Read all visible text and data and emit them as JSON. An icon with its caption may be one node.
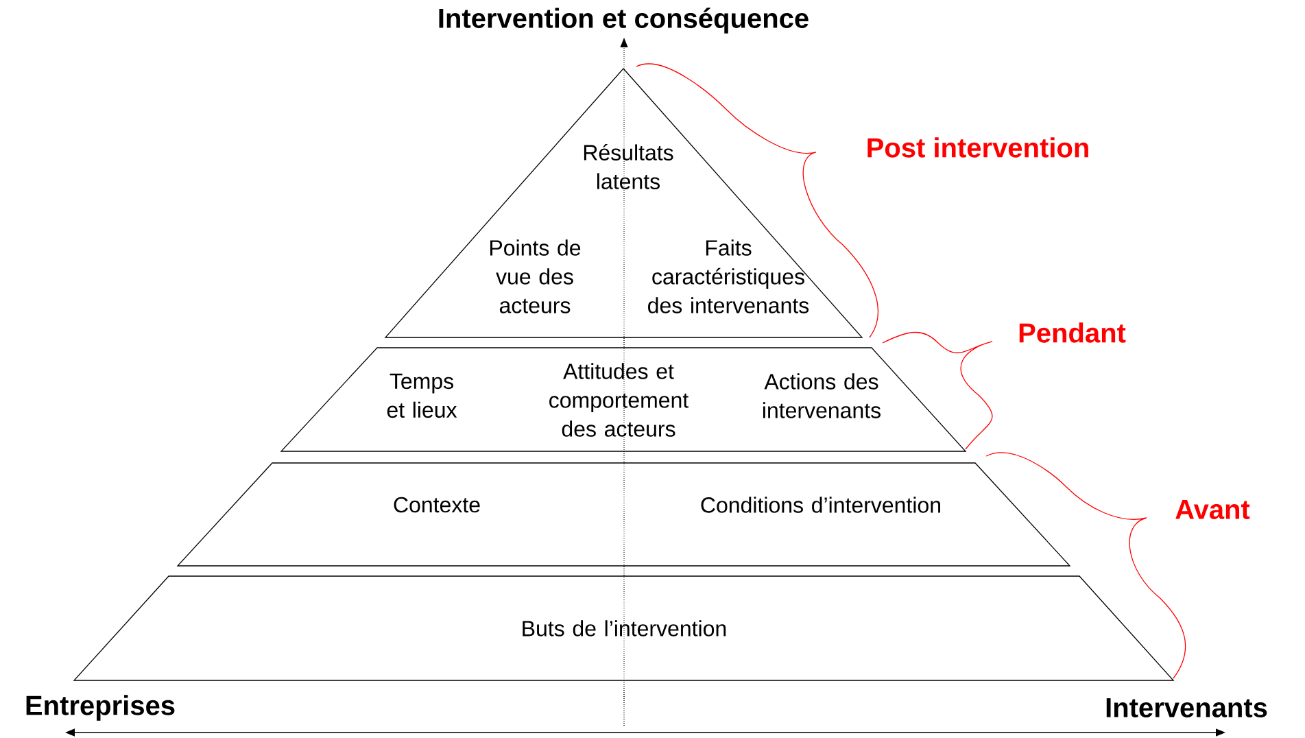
{
  "diagram": {
    "title": "Intervention et conséquence",
    "nodes": [
      {
        "text": [
          "Résultats latents",
          "Points de vue des acteurs",
          "Faits caractéristiques des intervenants"
        ]
      },
      {
        "text": [
          "Temps et lieux",
          "Attitudes et comportement des acteurs",
          "Actions des intervenants"
        ]
      },
      {
        "text": [
          "Contexte",
          "Conditions d’intervention"
        ]
      },
      {
        "text": [
          "Buts de l’intervention"
        ]
      }
    ],
    "edges": [],
    "labels": [
      "Post intervention",
      "Pendant",
      "Avant",
      "Entreprises",
      "Intervenants"
    ]
  }
}
